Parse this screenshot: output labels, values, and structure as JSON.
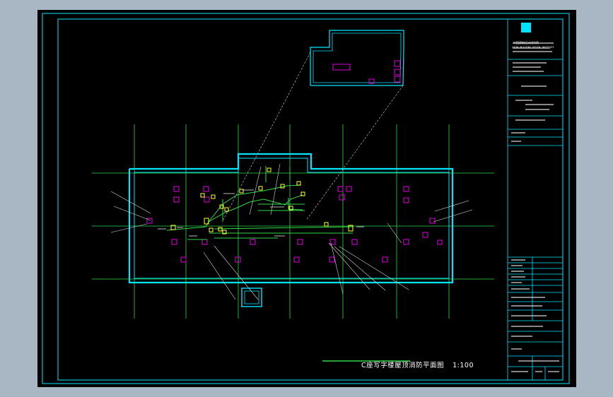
{
  "drawing": {
    "plan_title": "C座写字楼屋顶消防平面图",
    "plan_scale": "1:100"
  },
  "colors": {
    "background": "#000000",
    "border": "#00e5ff",
    "grid": "#31d84a",
    "equipment": "#e000e0",
    "device": "#ffff3a",
    "leader": "#ffffff",
    "frame": "#6f7f8f"
  },
  "title_block": {
    "company_lines": [
      "中国建筑设计研究院",
      "CHINA BUILDING DESIGN INSTITUTE"
    ]
  }
}
